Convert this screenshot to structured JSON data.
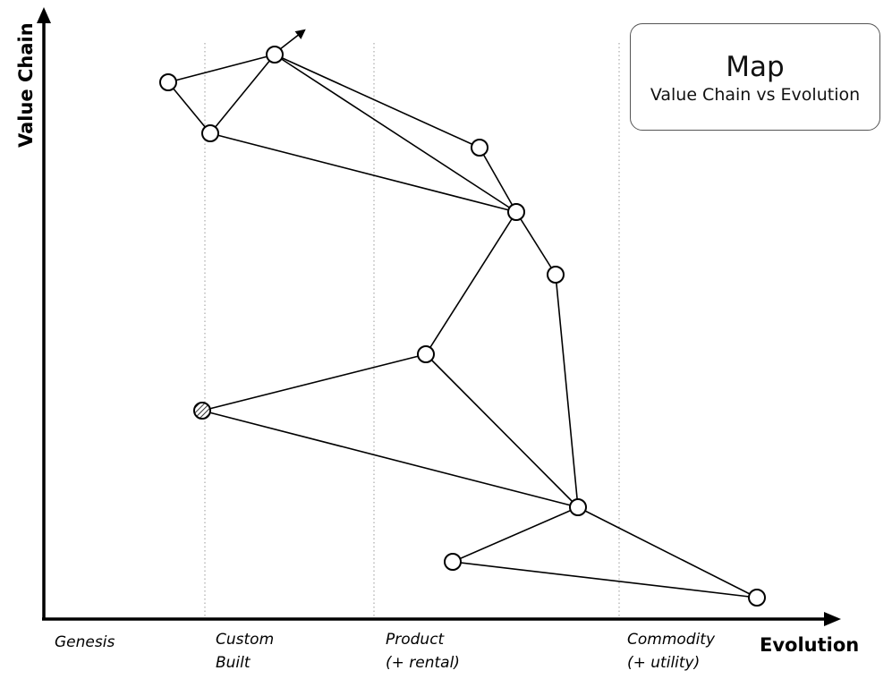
{
  "axes": {
    "y_label": "Value Chain",
    "x_label": "Evolution"
  },
  "stages": [
    {
      "id": "genesis",
      "line1": "Genesis",
      "line2": ""
    },
    {
      "id": "custom-built",
      "line1": "Custom",
      "line2": "Built"
    },
    {
      "id": "product",
      "line1": "Product",
      "line2": "(+ rental)"
    },
    {
      "id": "commodity",
      "line1": "Commodity",
      "line2": "(+ utility)"
    }
  ],
  "title_box": {
    "title": "Map",
    "subtitle": "Value Chain vs Evolution"
  },
  "nodes": [
    {
      "id": "n1",
      "style": "open"
    },
    {
      "id": "n2",
      "style": "open",
      "has_movement_arrow": true
    },
    {
      "id": "n3",
      "style": "open"
    },
    {
      "id": "n4",
      "style": "open"
    },
    {
      "id": "n5",
      "style": "open"
    },
    {
      "id": "n6",
      "style": "open"
    },
    {
      "id": "n7",
      "style": "open"
    },
    {
      "id": "n8",
      "style": "hatched"
    },
    {
      "id": "n9",
      "style": "open"
    },
    {
      "id": "n10",
      "style": "open"
    },
    {
      "id": "n11",
      "style": "open"
    }
  ],
  "edges": [
    [
      "n1",
      "n2"
    ],
    [
      "n1",
      "n3"
    ],
    [
      "n2",
      "n3"
    ],
    [
      "n2",
      "n4"
    ],
    [
      "n2",
      "n5"
    ],
    [
      "n3",
      "n5"
    ],
    [
      "n4",
      "n5"
    ],
    [
      "n5",
      "n6"
    ],
    [
      "n5",
      "n7"
    ],
    [
      "n7",
      "n8"
    ],
    [
      "n7",
      "n9"
    ],
    [
      "n6",
      "n9"
    ],
    [
      "n8",
      "n9"
    ],
    [
      "n9",
      "n10"
    ],
    [
      "n9",
      "n11"
    ],
    [
      "n10",
      "n11"
    ]
  ]
}
